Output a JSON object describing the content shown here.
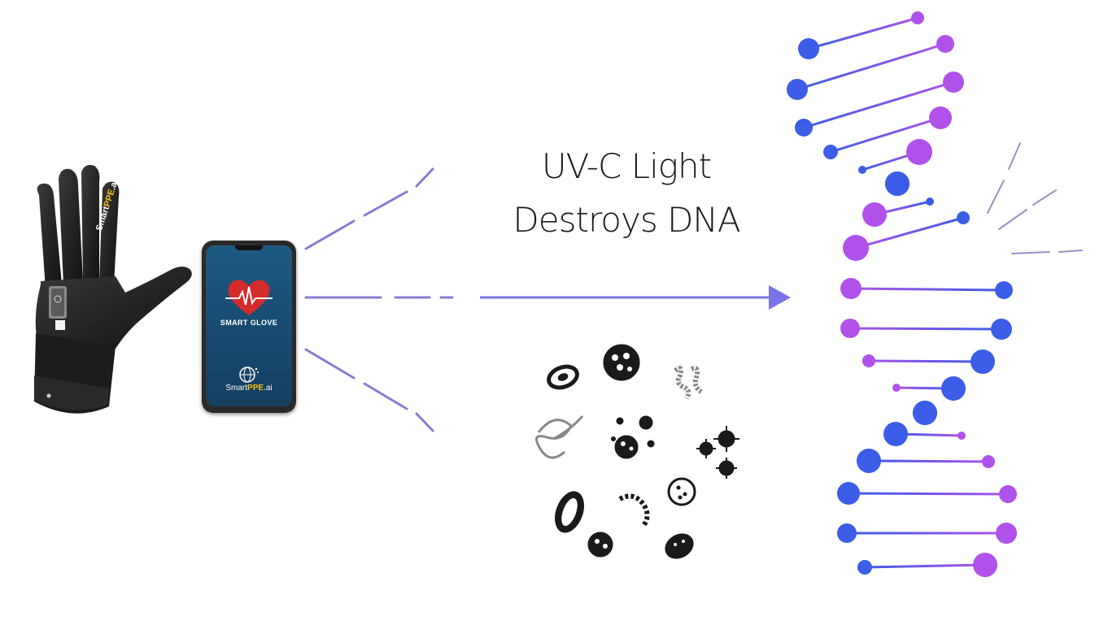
{
  "headline": {
    "line1": "UV-C Light",
    "line2": "Destroys DNA"
  },
  "phone": {
    "screen_title": "SMART GLOVE",
    "brand_prefix": "Smart",
    "brand_highlight": "PPE",
    "brand_suffix": ".ai"
  },
  "glove": {
    "brand_prefix": "Smart",
    "brand_highlight": "PPE",
    "brand_suffix": ".ai"
  },
  "colors": {
    "beam": "#8a7bd0",
    "arrow": "#7b74e8",
    "dna_blue": "#3b5de7",
    "dna_purple": "#b052ea",
    "screen": "#1a4e74",
    "heart": "#d62b2b",
    "brand_accent": "#f2c21b"
  },
  "icons": [
    "smart-glove-icon",
    "smartphone-icon",
    "heart-rate-icon",
    "globe-logo-icon",
    "microbes-icon",
    "dna-helix-icon",
    "arrow-right-icon"
  ]
}
